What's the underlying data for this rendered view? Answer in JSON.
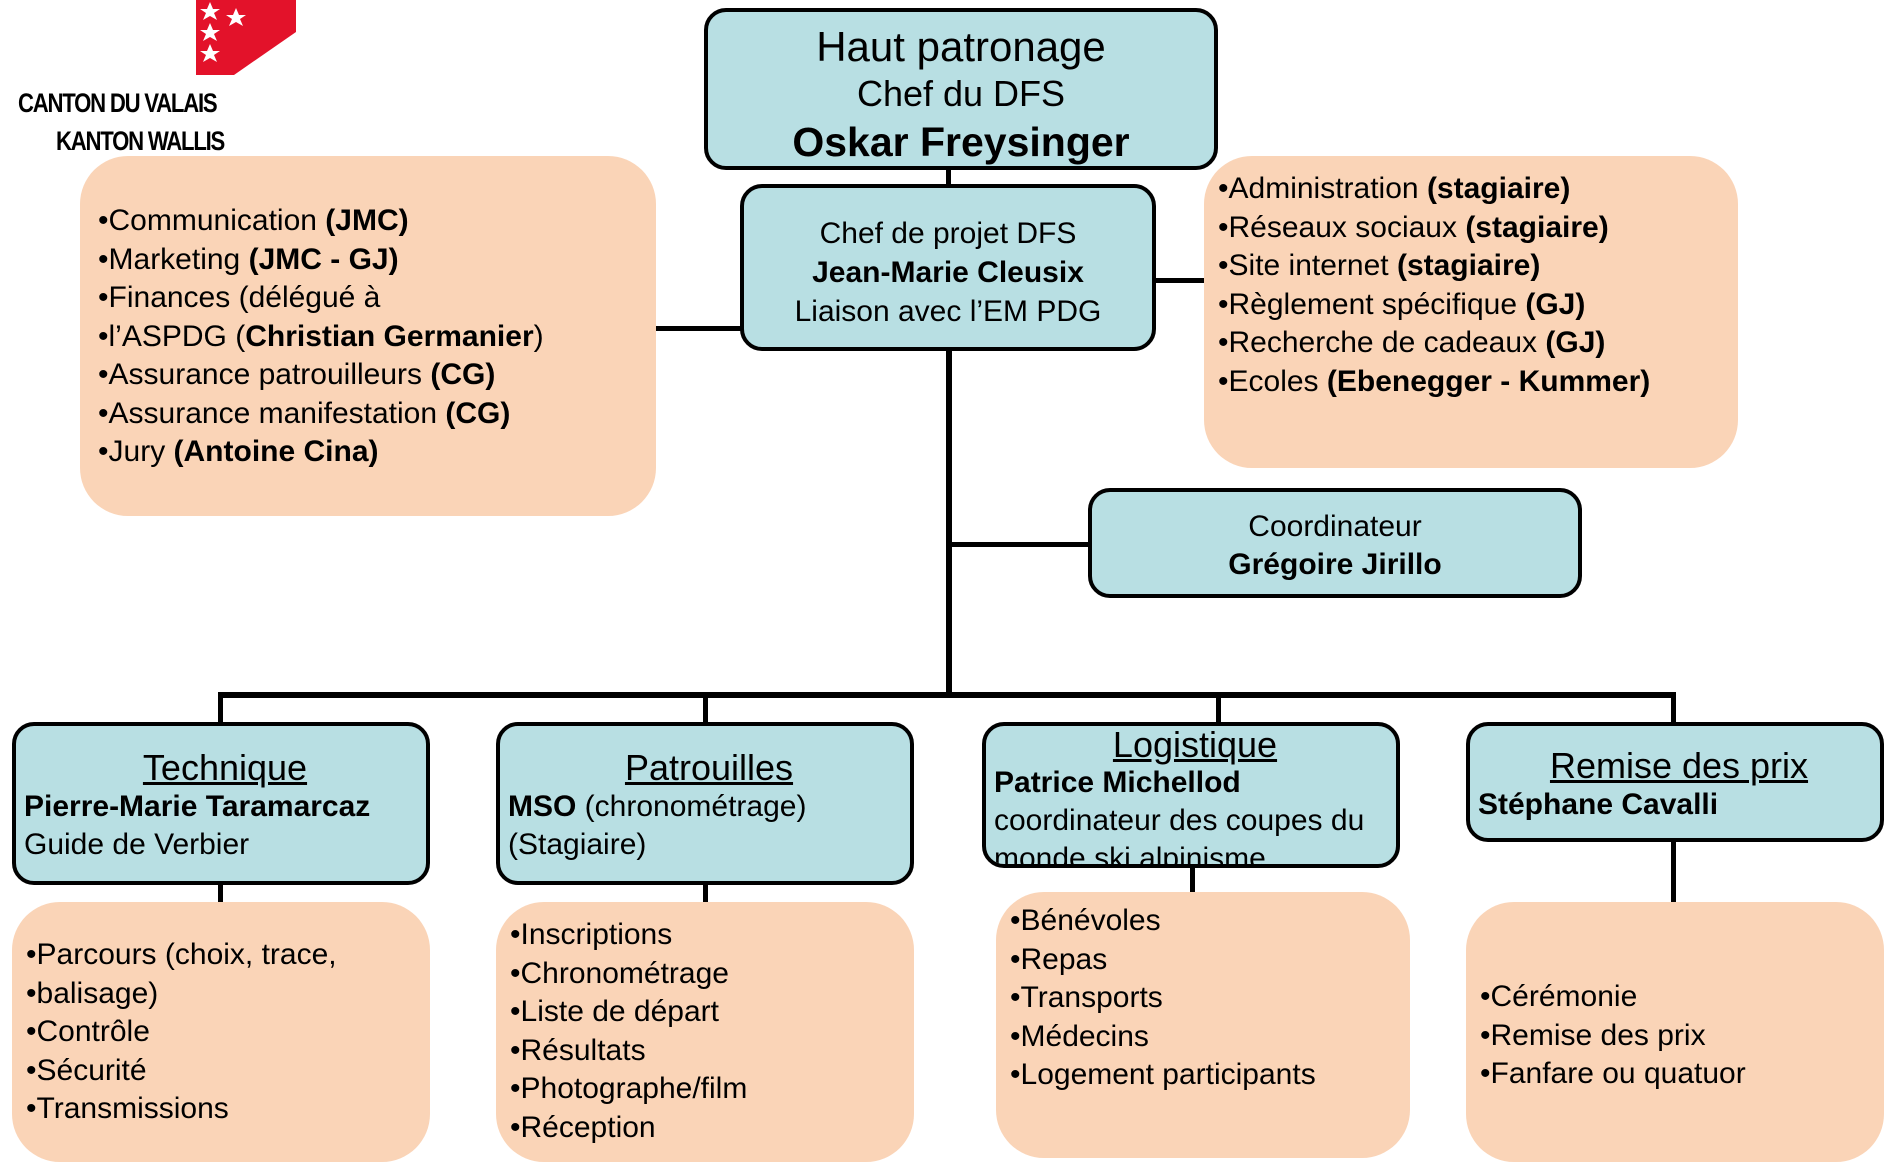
{
  "logo": {
    "line1": "CANTON DU VALAIS",
    "line2": "KANTON WALLIS",
    "colors": {
      "red": "#e3122a",
      "white": "#ffffff"
    }
  },
  "colors": {
    "box_blue": "#b8dfe3",
    "box_peach": "#fad4b7",
    "line": "#000000"
  },
  "top": {
    "title": "Haut patronage",
    "role": "Chef du DFS",
    "name": "Oskar Freysinger"
  },
  "project": {
    "role": "Chef de projet DFS",
    "name": "Jean-Marie Cleusix",
    "note": "Liaison avec l’EM PDG"
  },
  "left_tasks": [
    {
      "text": "Communication ",
      "who": "(JMC)"
    },
    {
      "text": "Marketing ",
      "who": "(JMC - GJ)"
    },
    {
      "text": "Finances (délégué à",
      "who": ""
    },
    {
      "pre": "l’ASPDG  (",
      "who": "Christian Germanier",
      "post": ")"
    },
    {
      "text": "Assurance patrouilleurs ",
      "who": "(CG)"
    },
    {
      "text": "Assurance manifestation ",
      "who": "(CG)"
    },
    {
      "text": "Jury ",
      "who": "(Antoine Cina)"
    }
  ],
  "right_tasks": [
    {
      "text": "Administration ",
      "who": "(stagiaire)"
    },
    {
      "text": "Réseaux sociaux ",
      "who": "(stagiaire)"
    },
    {
      "text": "Site internet ",
      "who": "(stagiaire)"
    },
    {
      "text": "Règlement spécifique  ",
      "who": "(GJ)"
    },
    {
      "text": "Recherche de cadeaux ",
      "who": "(GJ)"
    },
    {
      "text": "Ecoles ",
      "who": "(Ebenegger - Kummer)"
    }
  ],
  "coordinator": {
    "role": "Coordinateur",
    "name": "Grégoire Jirillo"
  },
  "departments": [
    {
      "title": "Technique",
      "name": "Pierre-Marie Taramarcaz",
      "name_suffix": "",
      "extra": "Guide de Verbier",
      "tasks": [
        "Parcours (choix, trace,",
        "balisage)",
        "Contrôle",
        "Sécurité",
        "Transmissions"
      ]
    },
    {
      "title": "Patrouilles",
      "name": "MSO",
      "name_suffix": " (chronométrage)",
      "extra": "(Stagiaire)",
      "tasks": [
        "Inscriptions",
        "Chronométrage",
        "Liste de départ",
        "Résultats",
        "Photographe/film",
        "Réception"
      ]
    },
    {
      "title": "Logistique",
      "name": "Patrice Michellod",
      "name_suffix": "",
      "extra": "coordinateur des coupes du monde ski alpinisme",
      "tasks": [
        "Bénévoles",
        "Repas",
        "Transports",
        "Médecins",
        "Logement participants"
      ]
    },
    {
      "title": "Remise des prix",
      "name": "Stéphane Cavalli",
      "name_suffix": "",
      "extra": "",
      "tasks": [
        "Cérémonie",
        "Remise des prix",
        "Fanfare ou quatuor"
      ]
    }
  ]
}
